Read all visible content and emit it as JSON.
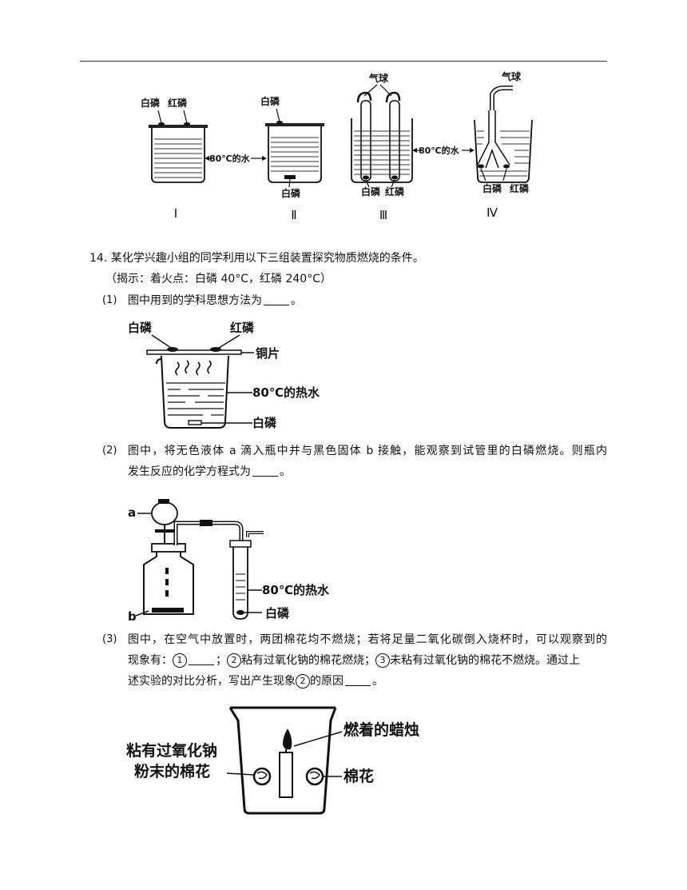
{
  "top_figure": {
    "labels": {
      "white_p": "白磷",
      "red_p": "红磷",
      "water_80": "80℃的水",
      "balloon": "气球"
    },
    "roman": [
      "Ⅰ",
      "Ⅱ",
      "Ⅲ",
      "Ⅳ"
    ]
  },
  "question": {
    "number": "14.",
    "stem": "某化学兴趣小组的同学利用以下三组装置探究物质燃烧的条件。",
    "hint": "（揭示：着火点：白磷  40°C，红磷  240°C）",
    "parts": [
      {
        "num": "(1)",
        "text_a": "图中用到的学科思想方法为",
        "text_b": "。"
      },
      {
        "num": "(2)",
        "line1": "图中，将无色液体  a  滴入瓶中并与黑色固体  b  接触，能观察到试管里的白磷燃烧。则瓶内",
        "line2_a": "发生反应的化学方程式为",
        "line2_b": "。"
      },
      {
        "num": "(3)",
        "line1": "图中，在空气中放置时，两团棉花均不燃烧；若将足量二氧化碳倒入烧杯时，可以观察到的",
        "line2_a": "现象有：",
        "c1": "1",
        "line2_b": "；",
        "c2": "2",
        "line2_c": "粘有过氧化钠的棉花燃烧；",
        "c3": "3",
        "line2_d": "未粘有过氧化钠的棉花不燃烧。通过上",
        "line3_a": "述实验的对比分析，写出产生现象",
        "c4": "2",
        "line3_b": "的原因",
        "line3_c": "。"
      }
    ]
  },
  "fig1": {
    "white_p": "白磷",
    "red_p": "红磷",
    "copper": "铜片",
    "hot_water": "80℃的热水",
    "white_p_bottom": "白磷"
  },
  "fig2": {
    "a": "a",
    "b": "b",
    "hot_water": "80℃的热水",
    "white_p": "白磷"
  },
  "fig3": {
    "cotton_na2o2_1": "粘有过氧化钠",
    "cotton_na2o2_2": "粉末的棉花",
    "candle": "燃着的蜡烛",
    "cotton": "棉花"
  }
}
